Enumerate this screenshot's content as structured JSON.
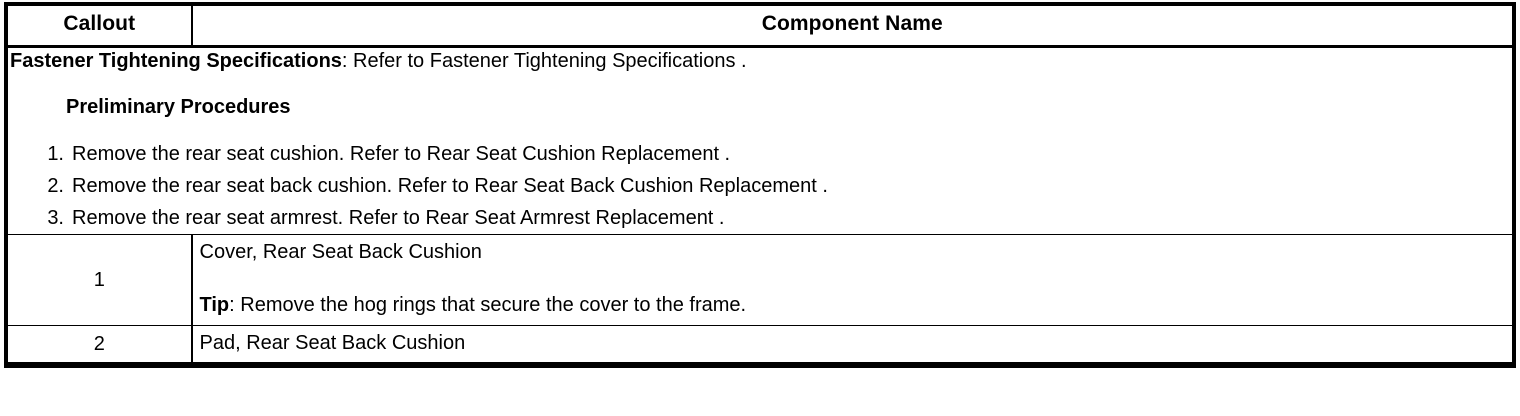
{
  "table": {
    "headers": {
      "callout": "Callout",
      "component": "Component Name"
    },
    "procedures": {
      "fastener_label": "Fastener Tightening Specifications",
      "fastener_text": ": Refer to Fastener Tightening Specifications .",
      "preliminary_heading": "Preliminary Procedures",
      "steps": [
        {
          "number": "1.",
          "text": "Remove the rear seat cushion. Refer to Rear Seat Cushion Replacement ."
        },
        {
          "number": "2.",
          "text": "Remove the rear seat back cushion. Refer to Rear Seat Back Cushion Replacement ."
        },
        {
          "number": "3.",
          "text": "Remove the rear seat armrest. Refer to Rear Seat Armrest Replacement ."
        }
      ]
    },
    "rows": [
      {
        "callout": "1",
        "component": "Cover, Rear Seat Back Cushion",
        "tip_label": "Tip",
        "tip_text": ": Remove the hog rings that secure the cover to the frame."
      },
      {
        "callout": "2",
        "component": "Pad, Rear Seat Back Cushion"
      }
    ]
  },
  "colors": {
    "border": "#000000",
    "text": "#000000",
    "background": "#ffffff"
  }
}
